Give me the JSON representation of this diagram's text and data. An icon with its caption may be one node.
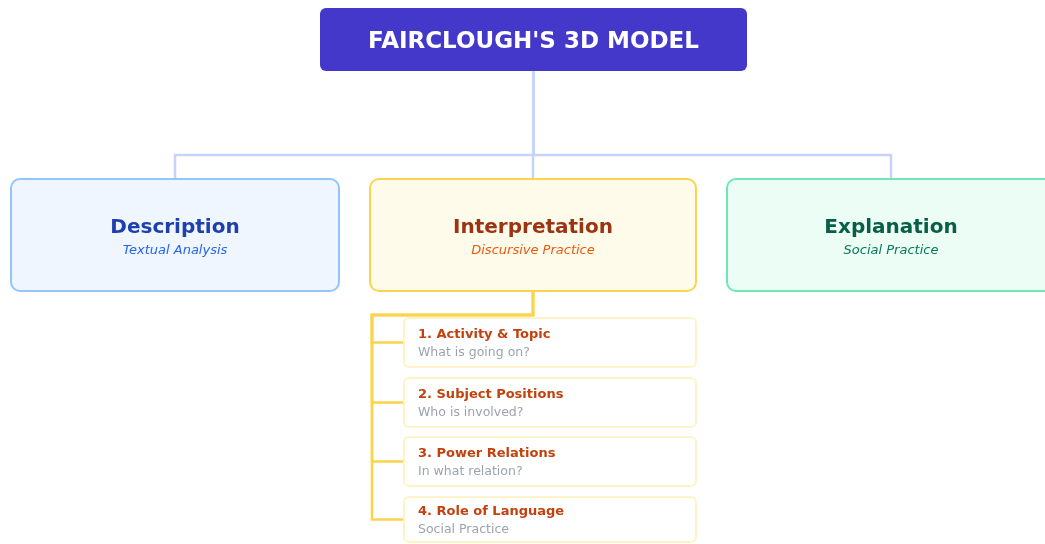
{
  "diagram": {
    "nodes": [
      {
        "text": [
          "FAIRCLOUGH'S 3D MODEL"
        ]
      },
      {
        "text": [
          "Description",
          "Textual Analysis"
        ]
      },
      {
        "text": [
          "Interpretation",
          "Discursive Practice"
        ]
      },
      {
        "text": [
          "Explanation",
          "Social Practice"
        ]
      },
      {
        "text": [
          "1. Activity & Topic",
          "What is going on?"
        ]
      },
      {
        "text": [
          "2. Subject Positions",
          "Who is involved?"
        ]
      },
      {
        "text": [
          "3. Power Relations",
          "In what relation?"
        ]
      },
      {
        "text": [
          "4. Role of Language",
          "Social Practice"
        ]
      }
    ],
    "edges": [
      {
        "from": 0,
        "to": 1,
        "arrow": "none",
        "color": "#c7d2fe"
      },
      {
        "from": 0,
        "to": 2,
        "arrow": "none",
        "color": "#c7d2fe"
      },
      {
        "from": 0,
        "to": 3,
        "arrow": "none",
        "color": "#c7d2fe"
      },
      {
        "from": 2,
        "to": 4,
        "arrow": "none",
        "color": "#fcd34d"
      },
      {
        "from": 2,
        "to": 5,
        "arrow": "none",
        "color": "#fcd34d"
      },
      {
        "from": 2,
        "to": 6,
        "arrow": "none",
        "color": "#fcd34d"
      },
      {
        "from": 2,
        "to": 7,
        "arrow": "none",
        "color": "#fcd34d"
      }
    ]
  }
}
